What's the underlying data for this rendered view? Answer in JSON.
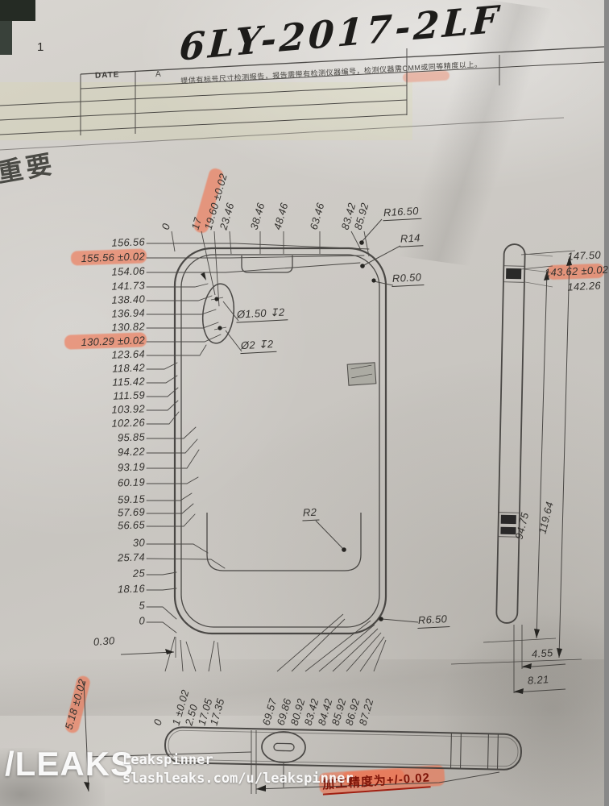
{
  "title": {
    "handwritten": "6LY-2017-2LF",
    "page_mark": "1"
  },
  "header_table": {
    "date_label": "DATE",
    "revision": "A",
    "note": "提供有标号尺寸检测报告，报告需带有检测仪器编号，检测仪器需CMM或同等精度以上。"
  },
  "side_note": "重要",
  "left_dims": [
    "156.56",
    "155.56 ±0.02",
    "154.06",
    "141.73",
    "138.40",
    "136.94",
    "130.82",
    "130.29 ±0.02",
    "123.64",
    "118.42",
    "115.42",
    "111.59",
    "103.92",
    "102.26",
    "95.85",
    "94.22",
    "93.19",
    "60.19",
    "59.15",
    "57.69",
    "56.65",
    "30",
    "25.74",
    "25",
    "18.16",
    "5",
    "0"
  ],
  "left_offset_dim": "0.30",
  "left_bottom_dim": "5.18 ±0.02",
  "top_dims": [
    "0",
    "17",
    "19.60 ±0.02",
    "23.46",
    "38.46",
    "48.46",
    "63.46",
    "83.42",
    "85.92"
  ],
  "right_dims": [
    "147.50",
    "143.62 ±0.02",
    "142.26"
  ],
  "radii": {
    "r1": "R16.50",
    "r2": "R14",
    "r3": "R0.50",
    "r4": "R2",
    "r5": "R6.50"
  },
  "holes": [
    "Ø1.50 ↧2",
    "Ø2 ↧2"
  ],
  "bottom_dims_left": [
    "0",
    "1 ±0.02",
    "2.50",
    "17.05",
    "17.35"
  ],
  "bottom_dims_right": [
    "69.57",
    "69.86",
    "80.92",
    "83.42",
    "84.42",
    "85.92",
    "86.92",
    "87.22"
  ],
  "side_view_dims": {
    "inner": "94.75",
    "outer": "119.64",
    "d1": "4.55",
    "d2": "8.21"
  },
  "bottom_note": "加工精度为+/-0.02",
  "watermark": {
    "logo": "/LEAKS",
    "username": "Leakspinner",
    "url": "slashleaks.com/u/leakspinner"
  },
  "colors": {
    "highlight": "#f36c46",
    "line": "#3f3d3a",
    "paper": "#cccac5"
  }
}
